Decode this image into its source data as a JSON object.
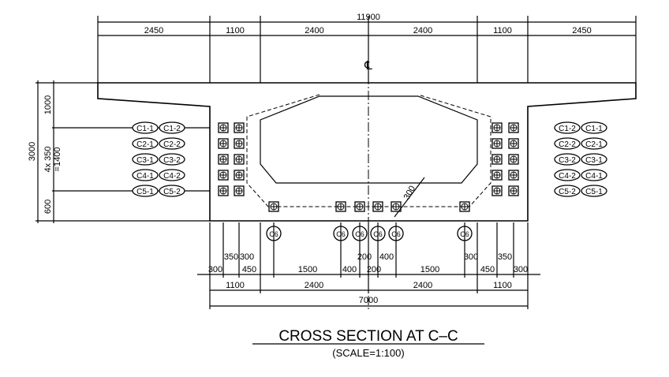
{
  "drawing": {
    "title": "CROSS SECTION AT C–C",
    "scale": "(SCALE=1:100)",
    "centerline_symbol": "℄"
  },
  "top_dims": {
    "overall": "11900",
    "segments": [
      "2450",
      "1100",
      "2400",
      "2400",
      "1100",
      "2450"
    ]
  },
  "left_dims": {
    "overall": "3000",
    "top": "1000",
    "middle_line1": "4x 350",
    "middle_line2": "=1400",
    "bottom": "600"
  },
  "inclined_dim": "300",
  "tendon_labels_left": [
    [
      "C1-1",
      "C1-2"
    ],
    [
      "C2-1",
      "C2-2"
    ],
    [
      "C3-1",
      "C3-2"
    ],
    [
      "C4-1",
      "C4-2"
    ],
    [
      "C5-1",
      "C5-2"
    ]
  ],
  "tendon_labels_right": [
    [
      "C1-2",
      "C1-1"
    ],
    [
      "C2-2",
      "C2-1"
    ],
    [
      "C3-2",
      "C3-1"
    ],
    [
      "C4-2",
      "C4-1"
    ],
    [
      "C5-2",
      "C5-1"
    ]
  ],
  "bottom_tendon_label": "C6",
  "bottom_dims": {
    "upper_row": [
      "350",
      "300",
      "200",
      "400",
      "300",
      "350"
    ],
    "lower_row": [
      "300",
      "450",
      "1500",
      "400",
      "200",
      "1500",
      "450",
      "300"
    ],
    "segments": [
      "1100",
      "2400",
      "2400",
      "1100"
    ],
    "overall": "7000"
  }
}
